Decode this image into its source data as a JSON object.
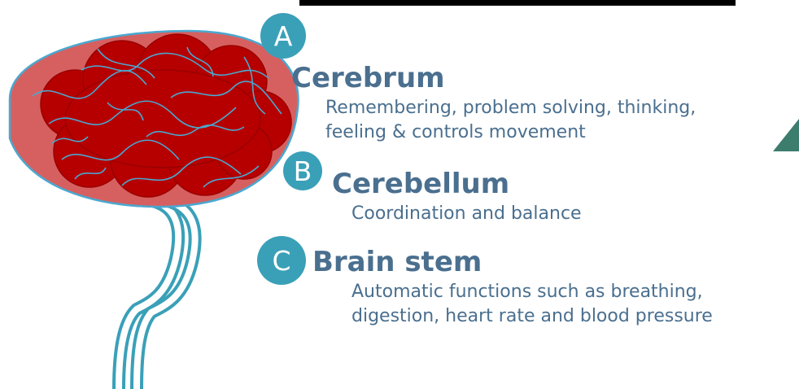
{
  "colors": {
    "accent": "#3aa0b8",
    "text": "#4a6f8f",
    "brain_fill": "#b60000",
    "brain_outline": "#d86060",
    "vein": "#4aa8d0",
    "corner": "#3d7d6e"
  },
  "parts": [
    {
      "letter": "A",
      "name": "Cerebrum",
      "description": [
        "Remembering, problem solving, thinking,",
        "feeling & controls movement"
      ]
    },
    {
      "letter": "B",
      "name": "Cerebellum",
      "description": [
        "Coordination and balance"
      ]
    },
    {
      "letter": "C",
      "name": "Brain stem",
      "description": [
        "Automatic functions such as breathing,",
        "digestion, heart rate and blood pressure"
      ]
    }
  ]
}
